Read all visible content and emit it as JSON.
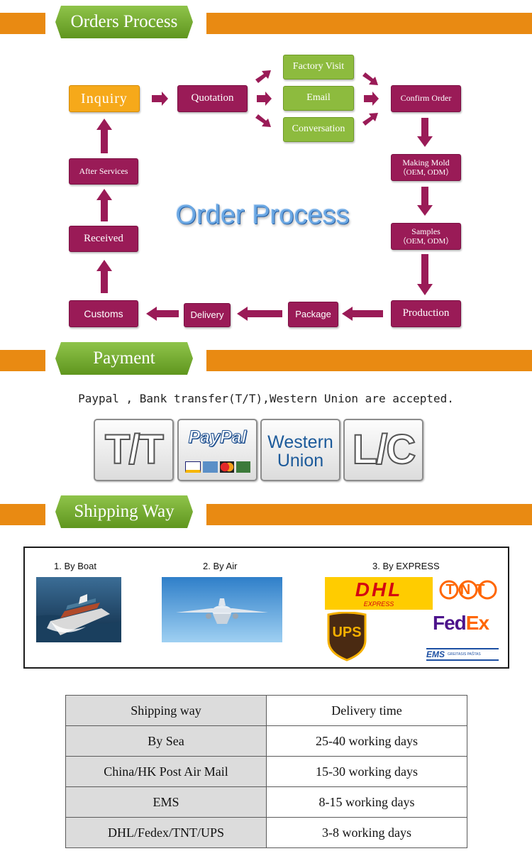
{
  "sections": {
    "orders_process": "Orders Process",
    "payment": "Payment",
    "shipping_way": "Shipping Way"
  },
  "flow": {
    "title": "Order Process",
    "inquiry": "Inquiry",
    "quotation": "Quotation",
    "factory_visit": "Factory Visit",
    "email": "Email",
    "conversation": "Conversation",
    "confirm_order": "Confirm Order",
    "making_mold": "Making Mold",
    "making_mold_sub": "（OEM, ODM）",
    "samples": "Samples",
    "samples_sub": "（OEM, ODM）",
    "production": "Production",
    "package": "Package",
    "delivery": "Delivery",
    "customs": "Customs",
    "received": "Received",
    "after_services": "After Services"
  },
  "payment": {
    "text": "Paypal , Bank transfer(T/T),Western Union are accepted.",
    "cards": {
      "tt": "T/T",
      "paypal": "PayPal",
      "western_line1": "Western",
      "western_line2": "Union",
      "lc": "L/C"
    }
  },
  "shipping": {
    "boat_label": "1. By Boat",
    "air_label": "2. By Air",
    "express_label": "3. By EXPRESS",
    "logos": {
      "dhl": "DHL",
      "dhl_sub": "EXPRESS",
      "tnt": "TNT",
      "ups": "UPS",
      "fedex_fed": "Fed",
      "fedex_ex": "Ex",
      "ems": "EMS",
      "ems_sub": "GREITASIS PAŠTAS"
    }
  },
  "table": {
    "headers": [
      "Shipping way",
      "Delivery time"
    ],
    "rows": [
      [
        "By Sea",
        "25-40 working days"
      ],
      [
        "China/HK Post Air Mail",
        "15-30 working days"
      ],
      [
        "EMS",
        "8-15 working days"
      ],
      [
        "DHL/Fedex/TNT/UPS",
        "3-8 working days"
      ]
    ]
  },
  "colors": {
    "orange_bar": "#e98a12",
    "green_tab": "#72a82a",
    "magenta_box": "#9a1b57",
    "yellow_box": "#f6a91a",
    "green_box": "#8dbb3e"
  }
}
